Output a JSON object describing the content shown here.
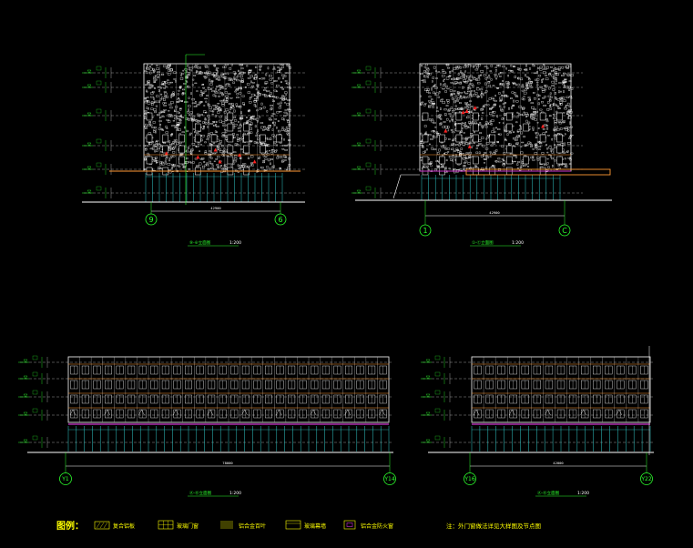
{
  "colors": {
    "background": "#000000",
    "axis_green": "#2cff2c",
    "outline_white": "#ffffff",
    "legend_yellow": "#ffff00",
    "floor_line_orange": "#ff9933",
    "level_magenta": "#cc33cc",
    "glass_cyan": "#33cccc",
    "mark_red": "#ff2020"
  },
  "elevations": [
    {
      "id": "elev-9-6",
      "title": "⑨-⑥立面图",
      "scale": "1:200",
      "axis_left": "9",
      "axis_right": "6",
      "dim_text": "42900"
    },
    {
      "id": "elev-1-c",
      "title": "①-Ⓒ立面图",
      "scale": "1:200",
      "axis_left": "1",
      "axis_right": "C",
      "dim_text": "42900"
    },
    {
      "id": "elev-y1-y14",
      "title": "Ⓐ-Ⓑ立面图",
      "scale": "1:200",
      "axis_left": "Y1",
      "axis_right": "Y14",
      "dim_text": "78000"
    },
    {
      "id": "elev-y16-y22",
      "title": "Ⓐ-Ⓑ立面图",
      "scale": "1:200",
      "axis_left": "Y16",
      "axis_right": "Y22",
      "dim_text": "42000"
    }
  ],
  "legend": {
    "title": "图例：",
    "items": [
      {
        "label": "复合铝板",
        "icon": "hatch-swatch-icon"
      },
      {
        "label": "玻璃门窗",
        "icon": "window-grid-icon"
      },
      {
        "label": "铝合金百叶",
        "icon": "louver-icon"
      },
      {
        "label": "玻璃幕墙",
        "icon": "curtain-wall-icon"
      },
      {
        "label": "铝合金防火窗",
        "icon": "fire-window-icon"
      }
    ]
  },
  "note": "注：外门窗做法详见大样图及节点图"
}
